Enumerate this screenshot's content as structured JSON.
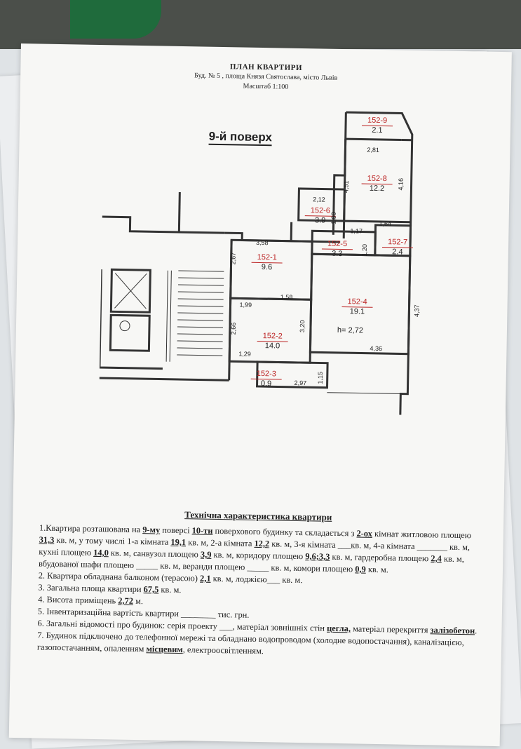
{
  "header": {
    "title": "ПЛАН КВАРТИРИ",
    "address": "Буд. № 5 , площа Князя Святослава, місто Львів",
    "scale": "Масштаб 1:100"
  },
  "floor_label": "9-й поверх",
  "rooms": [
    {
      "code": "152-9",
      "area": "2.1"
    },
    {
      "code": "152-8",
      "area": "12.2"
    },
    {
      "code": "152-6",
      "area": "3.9"
    },
    {
      "code": "152-7",
      "area": "2.4"
    },
    {
      "code": "152-5",
      "area": "3.3"
    },
    {
      "code": "152-1",
      "area": "9.6"
    },
    {
      "code": "152-4",
      "area": "19.1"
    },
    {
      "code": "152-2",
      "area": "14.0"
    },
    {
      "code": "152-3",
      "area": "0.9"
    }
  ],
  "height_label": "h= 2,72",
  "dimensions": [
    "2,81",
    "4,51",
    "4,16",
    "2,12",
    "1,90",
    "1,17",
    "1,64",
    "3,58",
    "2,67",
    "1,20",
    "1,99",
    "1,58",
    "2,66",
    "3,20",
    "4,37",
    "4,36",
    "1,29",
    "1,15",
    "2,97"
  ],
  "tech_title": "Технічна характеристика квартири",
  "tech": {
    "p1": [
      "1.Квартира розташована на ",
      "9-му",
      " поверсі ",
      "10-ти",
      " поверхового будинку та складається з ",
      "2-ох",
      " кімнат житловою площею ",
      "31,3",
      " кв. м, у тому числі 1-а кімната ",
      "19,1",
      " кв. м, 2-а кімната ",
      "12,2",
      " кв. м, 3-я кімната ___кв. м, 4-а кімната _______ кв. м, кухні площею ",
      "14,0",
      " кв. м, санвузол площею ",
      "3,9",
      " кв. м, коридору площею ",
      "9,6;3,3",
      " кв. м, гардеробна площею ",
      "2,4",
      " кв. м, вбудованої шафи площею _____ кв. м, веранди площею _____ кв. м, комори площею ",
      "0,9",
      " кв. м."
    ],
    "p2": [
      "2. Квартира обладнана балконом (терасою) ",
      "2,1",
      " кв. м, лоджією___ кв. м."
    ],
    "p3": [
      "3. Загальна площа квартири ",
      "67,5",
      " кв. м."
    ],
    "p4": [
      "4. Висота приміщень ",
      "2,72",
      " м."
    ],
    "p5": "5. Інвентаризаційна вартість квартири ________ тис. грн.",
    "p6": [
      "6. Загальні відомості про будинок: серія проекту ___, матеріал зовнішніх стін ",
      "цегла,",
      " матеріал перекриття ",
      "залізобетон",
      "."
    ],
    "p7": [
      "7. Будинок підключено до телефонної мережі та обладнано водопроводом (холодне водопостачання), каналізацією, газопостачанням, опаленням ",
      "місцевим",
      ", електроосвітленням."
    ]
  }
}
